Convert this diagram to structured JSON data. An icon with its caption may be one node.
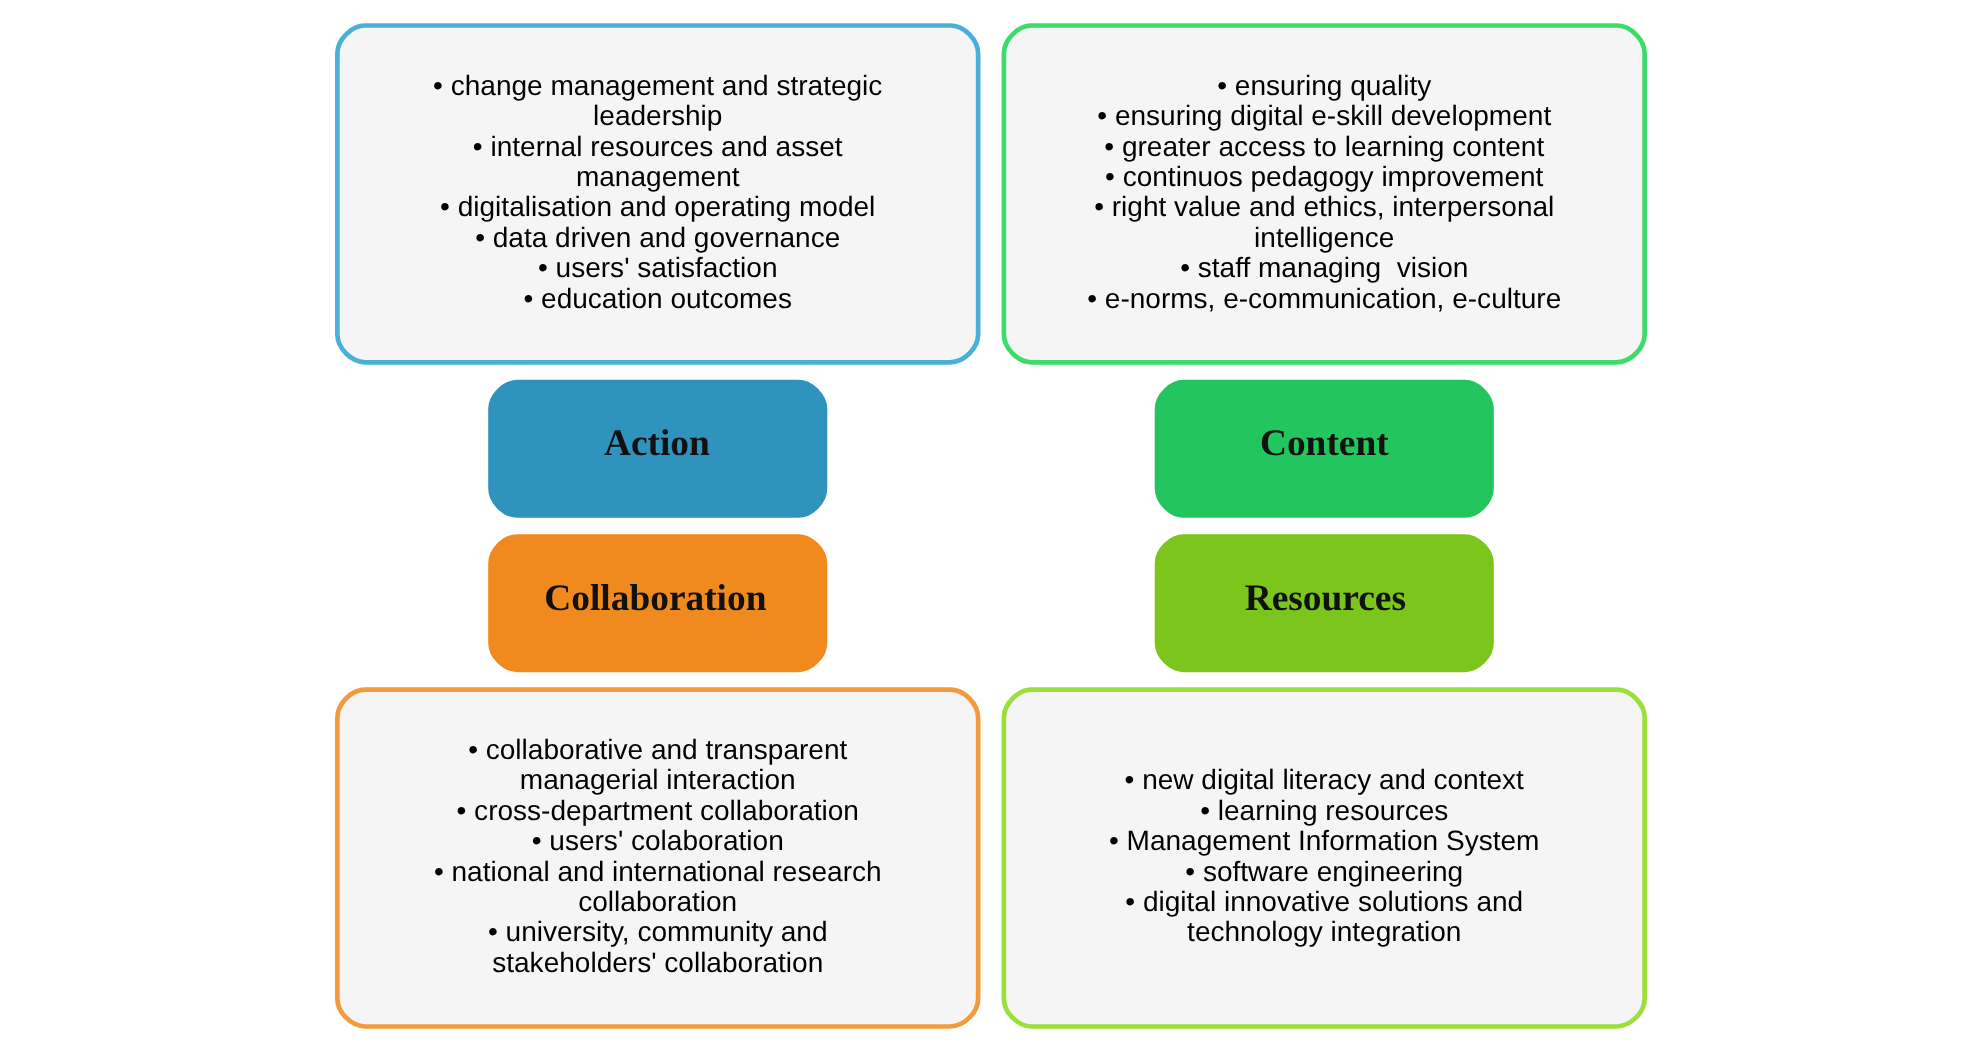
{
  "diagram": {
    "nodes": [
      {
        "text": [
          "• change management and strategic leadership",
          "• internal resources and asset management",
          "• digitalisation and operating model",
          "• data driven and governance",
          "• users' satisfaction",
          "• education outcomes"
        ]
      },
      {
        "text": [
          "• ensuring quality",
          "• ensuring digital e-skill development",
          "• greater access to learning content",
          "• continuos pedagogy improvement",
          "• right value and ethics, interpersonal intelligence",
          "• staff managing  vision",
          "• e-norms, e-communication, e-culture"
        ]
      },
      {
        "text": [
          "Action"
        ]
      },
      {
        "text": [
          "Content"
        ]
      },
      {
        "text": [
          "Collaboration"
        ]
      },
      {
        "text": [
          "Resources"
        ]
      },
      {
        "text": [
          "• collaborative and transparent managerial interaction",
          "• cross-department collaboration",
          "• users' colaboration",
          "• national and international research collaboration",
          "• university, community and stakeholders' collaboration"
        ]
      },
      {
        "text": [
          "• new digital literacy and context",
          "• learning resources",
          "• Management Information System",
          "• software engineering",
          "• digital innovative solutions and technology integration"
        ]
      }
    ]
  }
}
